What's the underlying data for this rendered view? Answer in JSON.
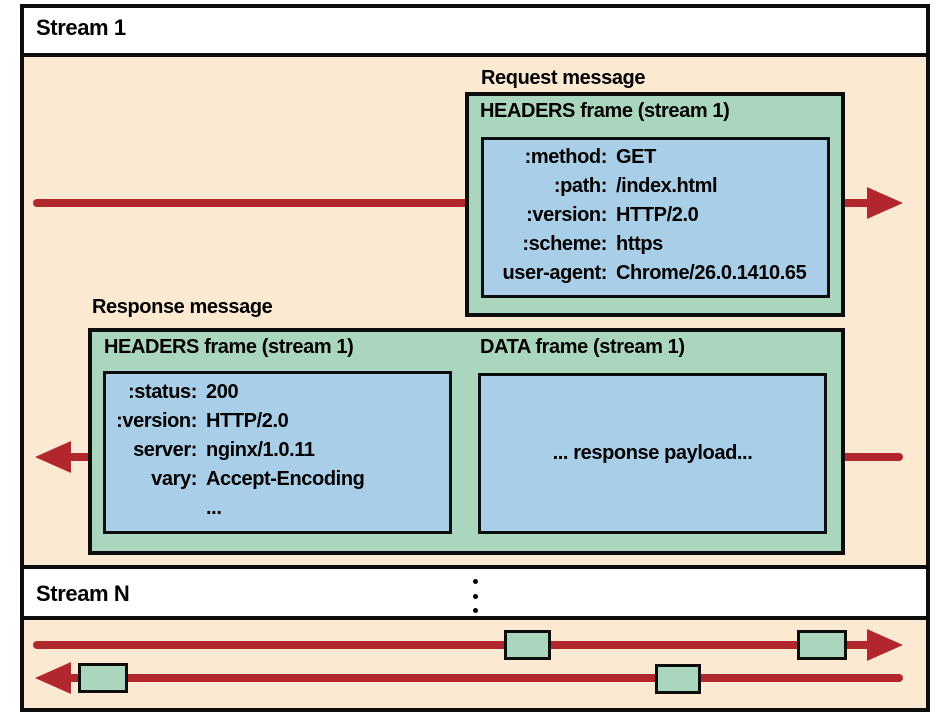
{
  "stream1": {
    "label": "Stream 1"
  },
  "streamN": {
    "label": "Stream N"
  },
  "request": {
    "message_label": "Request message",
    "frame_title": "HEADERS frame (stream 1)",
    "headers": [
      {
        "key": ":method:",
        "value": "GET"
      },
      {
        "key": ":path:",
        "value": "/index.html"
      },
      {
        "key": ":version:",
        "value": "HTTP/2.0"
      },
      {
        "key": ":scheme:",
        "value": "https"
      },
      {
        "key": "user-agent:",
        "value": "Chrome/26.0.1410.65"
      }
    ]
  },
  "response": {
    "message_label": "Response message",
    "headers_frame_title": "HEADERS frame (stream 1)",
    "data_frame_title": "DATA frame (stream 1)",
    "headers": [
      {
        "key": ":status:",
        "value": "200"
      },
      {
        "key": ":version:",
        "value": "HTTP/2.0"
      },
      {
        "key": "server:",
        "value": "nginx/1.0.11"
      },
      {
        "key": "vary:",
        "value": "Accept-Encoding"
      },
      {
        "key": "",
        "value": "..."
      }
    ],
    "payload": "... response payload..."
  },
  "icons": {
    "ellipsis": "vertical-ellipsis"
  },
  "colors": {
    "peach": "#fce9d2",
    "green": "#a9d6bd",
    "blue": "#a9cfe8",
    "red": "#b2262e",
    "border": "#0d0d0d"
  }
}
